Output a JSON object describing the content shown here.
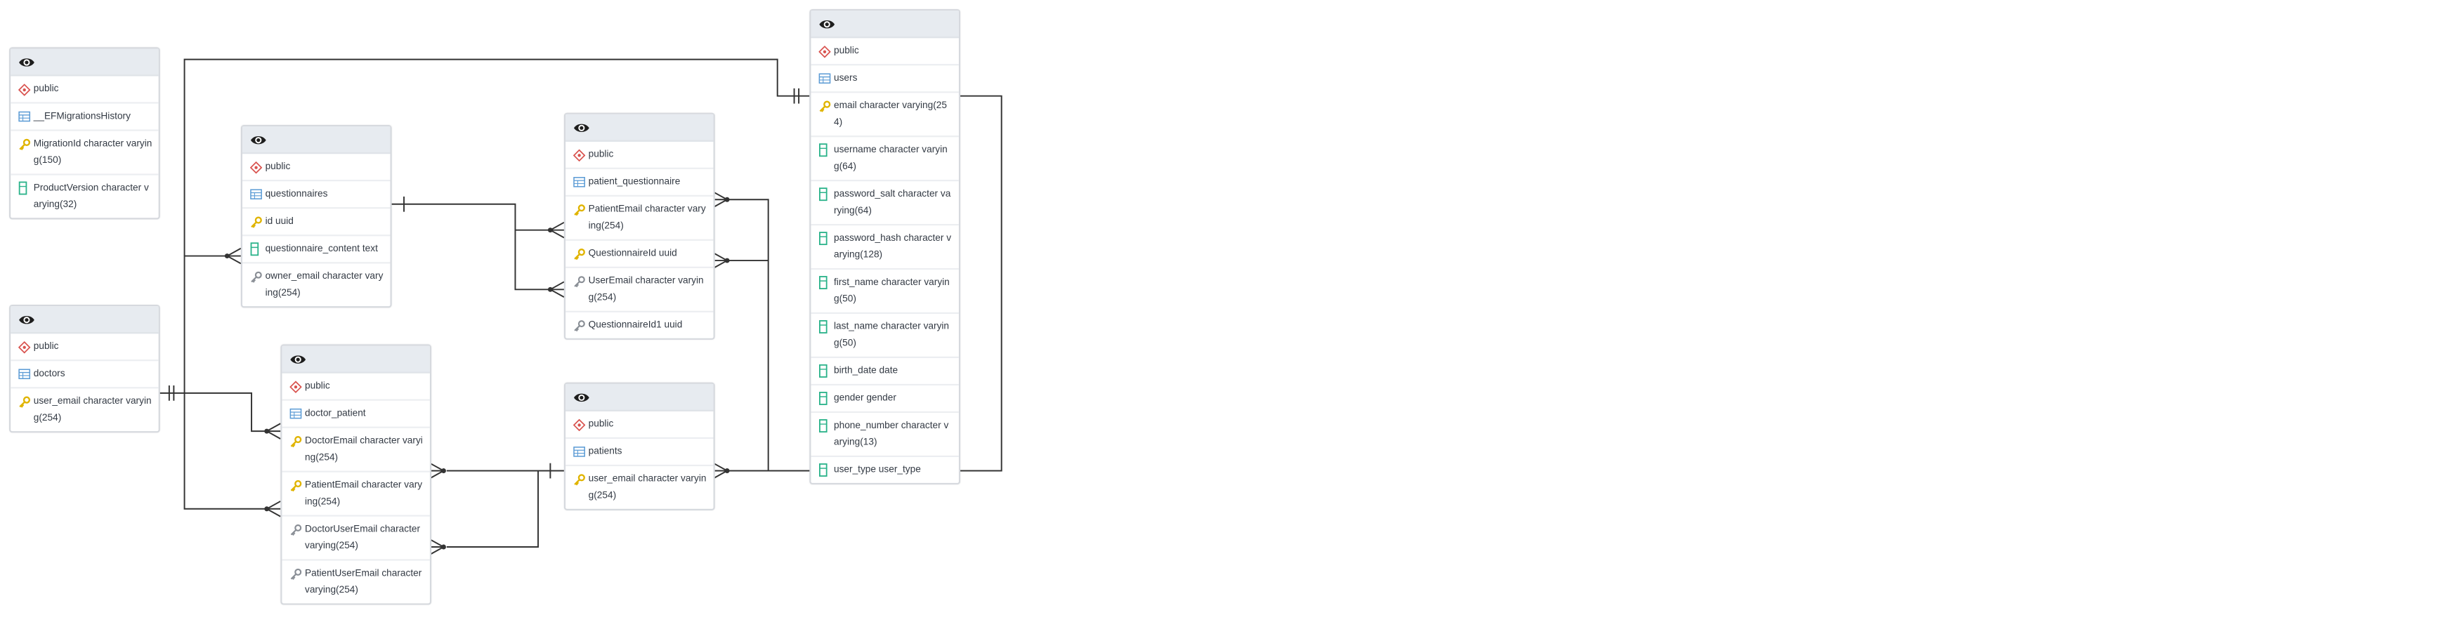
{
  "colors": {
    "header_bg": "#e7ebf0",
    "edge": "#333333",
    "schema_icon": "#d9534f",
    "table_icon": "#5b9bd5",
    "pk_icon": "#e0b400",
    "fk_icon": "#8a8f96",
    "column_icon": "#2bb38a"
  },
  "tables": [
    {
      "id": "efmigrations",
      "schema": "public",
      "name": "__EFMigrationsHistory",
      "columns": [
        {
          "text": "MigrationId character varying(150)",
          "icon": "key-icon"
        },
        {
          "text": "ProductVersion character varying(32)",
          "icon": "column-icon"
        }
      ]
    },
    {
      "id": "questionnaires",
      "schema": "public",
      "name": "questionnaires",
      "columns": [
        {
          "text": "id uuid",
          "icon": "key-icon"
        },
        {
          "text": "questionnaire_content text",
          "icon": "column-icon"
        },
        {
          "text": "owner_email character varying(254)",
          "icon": "foreign-key-icon"
        }
      ]
    },
    {
      "id": "doctors",
      "schema": "public",
      "name": "doctors",
      "columns": [
        {
          "text": "user_email character varying(254)",
          "icon": "key-icon"
        }
      ]
    },
    {
      "id": "doctor_patient",
      "schema": "public",
      "name": "doctor_patient",
      "columns": [
        {
          "text": "DoctorEmail character varying(254)",
          "icon": "key-icon"
        },
        {
          "text": "PatientEmail character varying(254)",
          "icon": "key-icon"
        },
        {
          "text": "DoctorUserEmail character varying(254)",
          "icon": "foreign-key-icon"
        },
        {
          "text": "PatientUserEmail character varying(254)",
          "icon": "foreign-key-icon"
        }
      ]
    },
    {
      "id": "patient_questionnaire",
      "schema": "public",
      "name": "patient_questionnaire",
      "columns": [
        {
          "text": "PatientEmail character varying(254)",
          "icon": "key-icon"
        },
        {
          "text": "QuestionnaireId uuid",
          "icon": "key-icon"
        },
        {
          "text": "UserEmail character varying(254)",
          "icon": "foreign-key-icon"
        },
        {
          "text": "QuestionnaireId1 uuid",
          "icon": "foreign-key-icon"
        }
      ]
    },
    {
      "id": "patients",
      "schema": "public",
      "name": "patients",
      "columns": [
        {
          "text": "user_email character varying(254)",
          "icon": "key-icon"
        }
      ]
    },
    {
      "id": "users",
      "schema": "public",
      "name": "users",
      "columns": [
        {
          "text": "email character varying(254)",
          "icon": "key-icon"
        },
        {
          "text": "username character varying(64)",
          "icon": "column-icon"
        },
        {
          "text": "password_salt character varying(64)",
          "icon": "column-icon"
        },
        {
          "text": "password_hash character varying(128)",
          "icon": "column-icon"
        },
        {
          "text": "first_name character varying(50)",
          "icon": "column-icon"
        },
        {
          "text": "last_name character varying(50)",
          "icon": "column-icon"
        },
        {
          "text": "birth_date date",
          "icon": "column-icon"
        },
        {
          "text": "gender gender",
          "icon": "column-icon"
        },
        {
          "text": "phone_number character varying(13)",
          "icon": "column-icon"
        },
        {
          "text": "user_type user_type",
          "icon": "column-icon"
        }
      ]
    }
  ],
  "relationships": [
    {
      "from": "questionnaires.owner_email",
      "to": "doctors.user_email"
    },
    {
      "from": "doctor_patient.DoctorUserEmail",
      "to": "doctors.user_email"
    },
    {
      "from": "doctor_patient.DoctorEmail",
      "to": "doctors.user_email"
    },
    {
      "from": "doctor_patient.PatientEmail",
      "to": "patients.user_email"
    },
    {
      "from": "doctor_patient.PatientUserEmail",
      "to": "patients.user_email"
    },
    {
      "from": "patient_questionnaire.QuestionnaireId",
      "to": "questionnaires.id"
    },
    {
      "from": "patient_questionnaire.QuestionnaireId1",
      "to": "questionnaires.id"
    },
    {
      "from": "patient_questionnaire.PatientEmail",
      "to": "patients.user_email"
    },
    {
      "from": "patient_questionnaire.UserEmail",
      "to": "patients.user_email"
    },
    {
      "from": "doctors.user_email",
      "to": "users.email"
    },
    {
      "from": "patients.user_email",
      "to": "users.email"
    }
  ]
}
